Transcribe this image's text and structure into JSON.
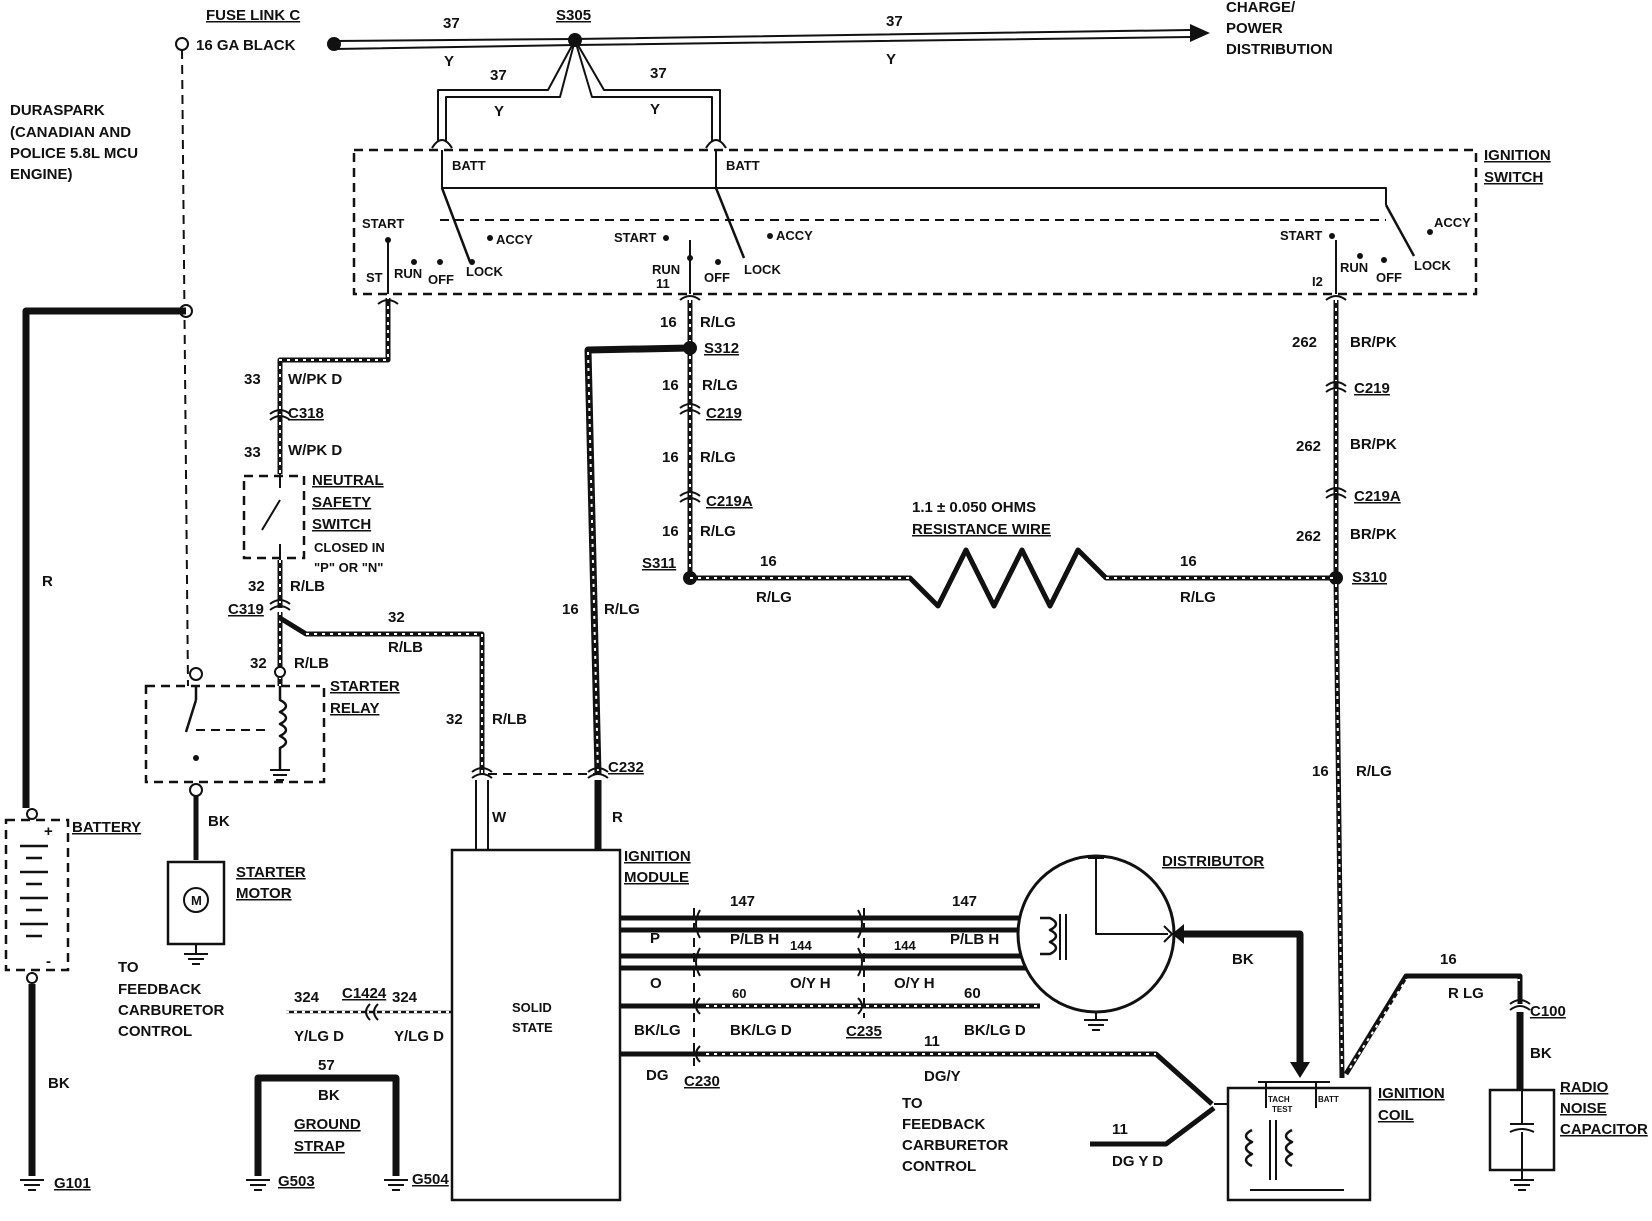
{
  "labels": {
    "fuse_link": "FUSE LINK C",
    "fuse_gauge": "16 GA BLACK",
    "s305": "S305",
    "c37_a": "37",
    "c37_b": "37",
    "c37_c": "37",
    "c37_d": "37",
    "y_a": "Y",
    "y_b": "Y",
    "y_c": "Y",
    "y_d": "Y",
    "charge_1": "CHARGE/",
    "charge_2": "POWER",
    "charge_3": "DISTRIBUTION",
    "duraspark_1": "DURASPARK",
    "duraspark_2": "(CANADIAN AND",
    "duraspark_3": "POLICE 5.8L MCU",
    "duraspark_4": "ENGINE)",
    "batt_1": "BATT",
    "batt_2": "BATT",
    "ignition_switch_1": "IGNITION",
    "ignition_switch_2": "SWITCH",
    "start_1": "START",
    "start_2": "START",
    "start_3": "START",
    "accy_1": "ACCY",
    "accy_2": "ACCY",
    "accy_3": "ACCY",
    "run_1": "RUN",
    "run_2": "RUN",
    "run_3": "RUN",
    "off_1": "OFF",
    "off_2": "OFF",
    "off_3": "OFF",
    "lock_1": "LOCK",
    "lock_2": "LOCK",
    "lock_3": "LOCK",
    "st": "ST",
    "n11": "11",
    "n12": "I2",
    "n16_a": "16",
    "rlg_a": "R/LG",
    "s312": "S312",
    "n16_b": "16",
    "rlg_b": "R/LG",
    "c219_a": "C219",
    "n16_c": "16",
    "rlg_c": "R/LG",
    "c219a_a": "C219A",
    "n16_d": "16",
    "rlg_d": "R/LG",
    "s311": "S311",
    "n262_a": "262",
    "brpk_a": "BR/PK",
    "c219_b": "C219",
    "n262_b": "262",
    "brpk_b": "BR/PK",
    "c219a_b": "C219A",
    "n262_c": "262",
    "brpk_c": "BR/PK",
    "s310": "S310",
    "res_1": "1.1 ± 0.050 OHMS",
    "res_2": "RESISTANCE WIRE",
    "n16_e": "16",
    "rlg_e": "R/LG",
    "n16_f": "16",
    "rlg_f": "R/LG",
    "n33_a": "33",
    "wpk_a": "W/PK D",
    "c318": "C318",
    "n33_b": "33",
    "wpk_b": "W/PK D",
    "neutral_1": "NEUTRAL",
    "neutral_2": "SAFETY",
    "neutral_3": "SWITCH",
    "closed_1": "CLOSED IN",
    "closed_2": "\"P\" OR \"N\"",
    "n32_a": "32",
    "rlb_a": "R/LB",
    "c319": "C319",
    "n32_b": "32",
    "rlb_b": "R/LB",
    "n32_c": "32",
    "rlb_c": "R/LB",
    "n32_d": "32",
    "rlb_d": "R/LB",
    "starter_relay_1": "STARTER",
    "starter_relay_2": "RELAY",
    "n16_g": "16",
    "rlg_g": "R/LG",
    "n16_h": "16",
    "rlg_h": "R/LG",
    "r_left": "R",
    "c232": "C232",
    "w": "W",
    "r_mod": "R",
    "battery": "BATTERY",
    "plus": "+",
    "minus": "-",
    "bk_starter": "BK",
    "starter_motor_1": "STARTER",
    "starter_motor_2": "MOTOR",
    "m": "M",
    "to_fb_1": "TO",
    "to_fb_2": "FEEDBACK",
    "to_fb_3": "CARBURETOR",
    "to_fb_4": "CONTROL",
    "ign_mod_1": "IGNITION",
    "ign_mod_2": "MODULE",
    "solid_1": "SOLID",
    "solid_2": "STATE",
    "n147_a": "147",
    "n147_b": "147",
    "p": "P",
    "plb_a": "P/LB H",
    "plb_b": "P/LB H",
    "n144_a": "144",
    "n144_b": "144",
    "o": "O",
    "oy_a": "O/Y H",
    "oy_b": "O/Y H",
    "n60_a": "60",
    "n60_b": "60",
    "bklg": "BK/LG",
    "bklgd_a": "BK/LG D",
    "bklgd_b": "BK/LG D",
    "c235": "C235",
    "dg": "DG",
    "c230": "C230",
    "n11_b": "11",
    "dgy": "DG/Y",
    "distributor": "DISTRIBUTOR",
    "bk_dist": "BK",
    "n324_a": "324",
    "c1424": "C1424",
    "n324_b": "324",
    "ylgd_a": "Y/LG D",
    "ylgd_b": "Y/LG D",
    "n57": "57",
    "bk_strap": "BK",
    "ground_1": "GROUND",
    "ground_2": "STRAP",
    "g503": "G503",
    "g504": "G504",
    "bk_bat": "BK",
    "g101": "G101",
    "to_fb2_1": "TO",
    "to_fb2_2": "FEEDBACK",
    "to_fb2_3": "CARBURETOR",
    "to_fb2_4": "CONTROL",
    "n11_c": "11",
    "dgyd": "DG Y D",
    "tach": "TACH",
    "test": "TEST",
    "batt_coil": "BATT",
    "ign_coil_1": "IGNITION",
    "ign_coil_2": "COIL",
    "n16_i": "16",
    "rlg_i": "R LG",
    "c100": "C100",
    "bk_cap": "BK",
    "radio_1": "RADIO",
    "radio_2": "NOISE",
    "radio_3": "CAPACITOR"
  }
}
